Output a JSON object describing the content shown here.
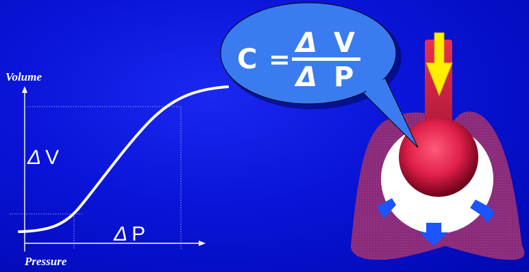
{
  "graph": {
    "y_axis_label": "Volume",
    "x_axis_label": "Pressure",
    "delta_v_symbol": "Δ",
    "delta_v_letter": "V",
    "delta_p_symbol": "Δ",
    "delta_p_letter": "P"
  },
  "formula": {
    "lhs": "C",
    "equals": "=",
    "numerator_symbol": "Δ",
    "numerator_letter": "V",
    "denominator_symbol": "Δ",
    "denominator_letter": "P"
  },
  "colors": {
    "background": "#0a14d8",
    "curve": "#ffffff",
    "bubble": "#3a7cf0",
    "lung": "#8a2a7a",
    "pleura": "#ffffff",
    "heart": "#e0204a",
    "arrow_down": "#ffee00",
    "arrow_out": "#1a55ff"
  },
  "icons": [
    "lung-icon",
    "heart-sphere-icon",
    "yellow-down-arrow-icon",
    "blue-outward-arrow-icon"
  ]
}
